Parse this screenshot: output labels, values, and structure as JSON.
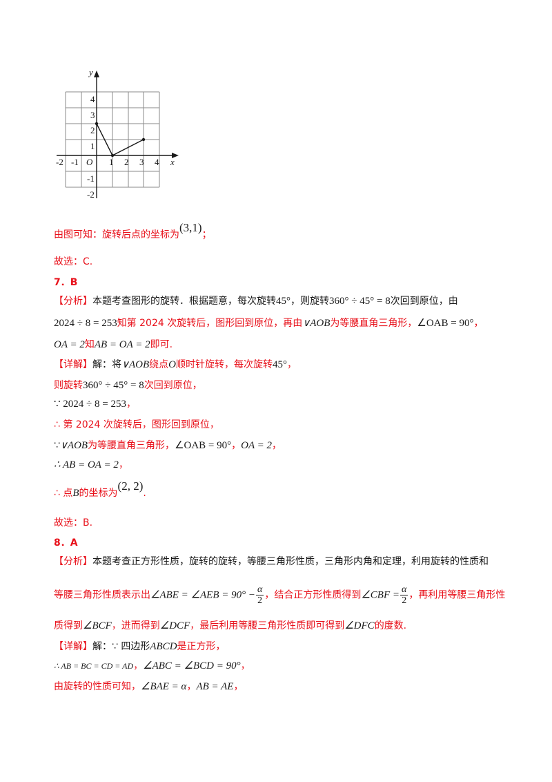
{
  "graph": {
    "y_label": "y",
    "x_label": "x",
    "origin_label": "O",
    "x_ticks": [
      "-2",
      "-1",
      "1",
      "2",
      "3",
      "4"
    ],
    "y_ticks": [
      "4",
      "3",
      "2",
      "1",
      "-1",
      "-2"
    ]
  },
  "l1": {
    "text": "由图可知：旋转后点的坐标为",
    "coord": "(3,1)",
    "end": "；"
  },
  "l2": {
    "text": "故选：C."
  },
  "l3": {
    "text": "7．B"
  },
  "l4": {
    "tag": "【分析】",
    "t1": "本题考查图形的旋转．根据题意，每次旋转",
    "deg": "45°",
    "t2": "，则旋转",
    "expr": "360° ÷ 45° = 8",
    "t3": "次回到原位，由"
  },
  "l5": {
    "expr": "2024 ÷ 8 = 253",
    "t1": "知第 2024 次旋转后，图形回到原位，再由",
    "tri": "∨AOB",
    "t2": "为等腰直角三角形，",
    "angle": "∠OAB = 90°",
    "end": "，"
  },
  "l6": {
    "e1": "OA = 2",
    "t1": "知",
    "e2": "AB = OA = 2",
    "t2": "即可."
  },
  "l7": {
    "tag": "【详解】",
    "t1": "解：将",
    "tri": "∨AOB",
    "t2": "绕点",
    "pt": "O",
    "t3": "顺时针旋转，每次旋转",
    "deg": "45°",
    "end": "，"
  },
  "l8": {
    "t1": "则旋转",
    "expr": "360° ÷ 45° = 8",
    "t2": "次回到原位，"
  },
  "l9": {
    "expr": "∵ 2024 ÷ 8 = 253",
    "end": "，"
  },
  "l10": {
    "text": "∴ 第 2024 次旋转后，图形回到原位，"
  },
  "l11": {
    "s": "∵",
    "tri": "∨AOB",
    "t1": "为等腰直角三角形，",
    "angle": "∠OAB = 90°",
    "sep": "，",
    "oa": "OA = 2",
    "end": "，"
  },
  "l12": {
    "expr": "∴ AB = OA = 2",
    "end": "，"
  },
  "l13": {
    "t1": "∴ 点",
    "pt": "B",
    "t2": "的坐标为",
    "coord": "(2, 2)",
    "end": "."
  },
  "l14": {
    "text": "故选：B."
  },
  "l15": {
    "text": "8．A"
  },
  "l16": {
    "tag": "【分析】",
    "t1": "本题考查正方形性质，旋转的旋转，等腰三角形性质，三角形内角和定理，利用旋转的性质和"
  },
  "l17": {
    "t1": "等腰三角形性质表示出",
    "e1": "∠ABE = ∠AEB = 90° −",
    "num": "α",
    "den": "2",
    "t2": "，结合正方形性质得到",
    "e2": "∠CBF =",
    "num2": "α",
    "den2": "2",
    "t3": "，再利用等腰三角形性"
  },
  "l18": {
    "t1": "质得到",
    "e1": "∠BCF",
    "t2": "，进而得到",
    "e2": "∠DCF",
    "t3": "，最后利用等腰三角形性质即可得到",
    "e3": "∠DFC",
    "t4": "的度数."
  },
  "l19": {
    "tag": "【详解】",
    "t1": "解：∵ 四边形",
    "sq": "ABCD",
    "t2": "是正方形，"
  },
  "l20": {
    "e1": "∴ AB = BC = CD = AD",
    "sep": "，",
    "e2": "∠ABC = ∠BCD = 90°",
    "end": "，"
  },
  "l21": {
    "t1": "由旋转的性质可知，",
    "e1": "∠BAE = α",
    "sep": "，",
    "e2": "AB = AE",
    "end": "，"
  }
}
